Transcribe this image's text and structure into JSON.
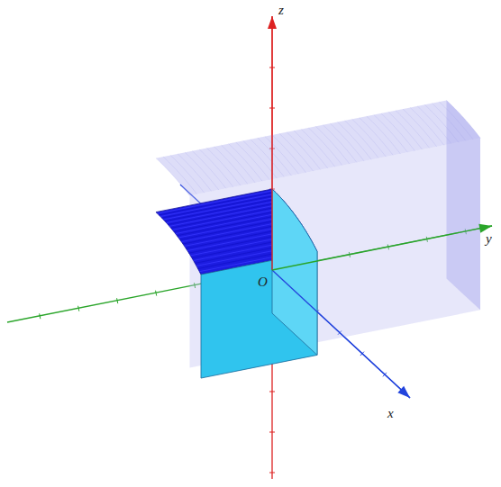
{
  "diagram": {
    "labels": [
      "z",
      "y",
      "x",
      "O"
    ]
  }
}
